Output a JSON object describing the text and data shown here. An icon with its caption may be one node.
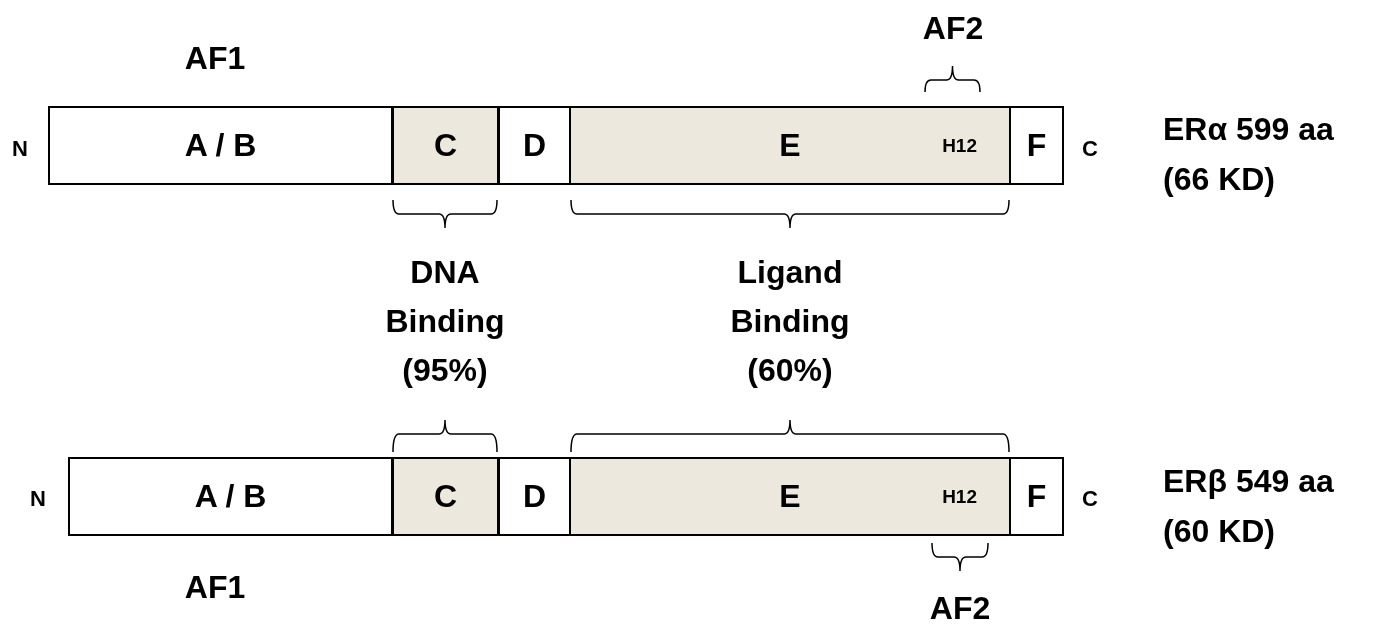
{
  "diagram": {
    "nodes": [
      {
        "text": [
          "A / B"
        ]
      },
      {
        "text": [
          "C"
        ]
      },
      {
        "text": [
          "D"
        ]
      },
      {
        "text": [
          "E",
          "H12"
        ]
      },
      {
        "text": [
          "F"
        ]
      },
      {
        "text": [
          "A / B"
        ]
      },
      {
        "text": [
          "C"
        ]
      },
      {
        "text": [
          "D"
        ]
      },
      {
        "text": [
          "E",
          "H12"
        ]
      },
      {
        "text": [
          "F"
        ]
      }
    ],
    "edges": [],
    "labels": [
      "AF2",
      "AF1",
      "N",
      "C",
      "ERα 599 aa (66 KD)",
      "DNA Binding (95%)",
      "Ligand Binding (60%)",
      "ERβ 549 aa (60 KD)",
      "N",
      "C",
      "AF1",
      "AF2"
    ]
  }
}
